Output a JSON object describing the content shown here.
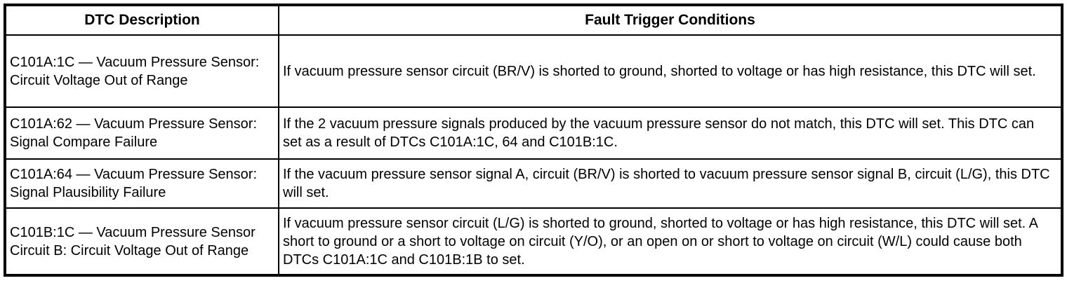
{
  "table": {
    "columns": [
      {
        "label": "DTC Description"
      },
      {
        "label": "Fault Trigger Conditions"
      }
    ],
    "rows": [
      {
        "dtc": "C101A:1C — Vacuum Pressure Sensor: Circuit Voltage Out of Range",
        "condition": "If vacuum pressure sensor circuit (BR/V) is shorted to ground, shorted to voltage or has high resistance, this DTC will set."
      },
      {
        "dtc": "C101A:62 — Vacuum Pressure Sensor: Signal Compare Failure",
        "condition": "If the 2 vacuum pressure signals produced by the vacuum pressure sensor do not match, this DTC will set. This DTC can set as a result of DTCs C101A:1C, 64 and C101B:1C."
      },
      {
        "dtc": "C101A:64 — Vacuum Pressure Sensor: Signal Plausibility Failure",
        "condition": "If the vacuum pressure sensor signal A, circuit (BR/V) is shorted to vacuum pressure sensor signal B, circuit (L/G), this DTC will set."
      },
      {
        "dtc": "C101B:1C — Vacuum Pressure Sensor Circuit B: Circuit Voltage Out of Range",
        "condition": "If vacuum pressure sensor circuit (L/G) is shorted to ground, shorted to voltage or has high resistance, this DTC will set. A short to ground or a short to voltage on circuit (Y/O), or an open on or short to voltage on circuit (W/L) could cause both DTCs C101A:1C and C101B:1B to set."
      }
    ],
    "colors": {
      "border": "#000000",
      "background": "#ffffff",
      "text": "#000000"
    }
  }
}
